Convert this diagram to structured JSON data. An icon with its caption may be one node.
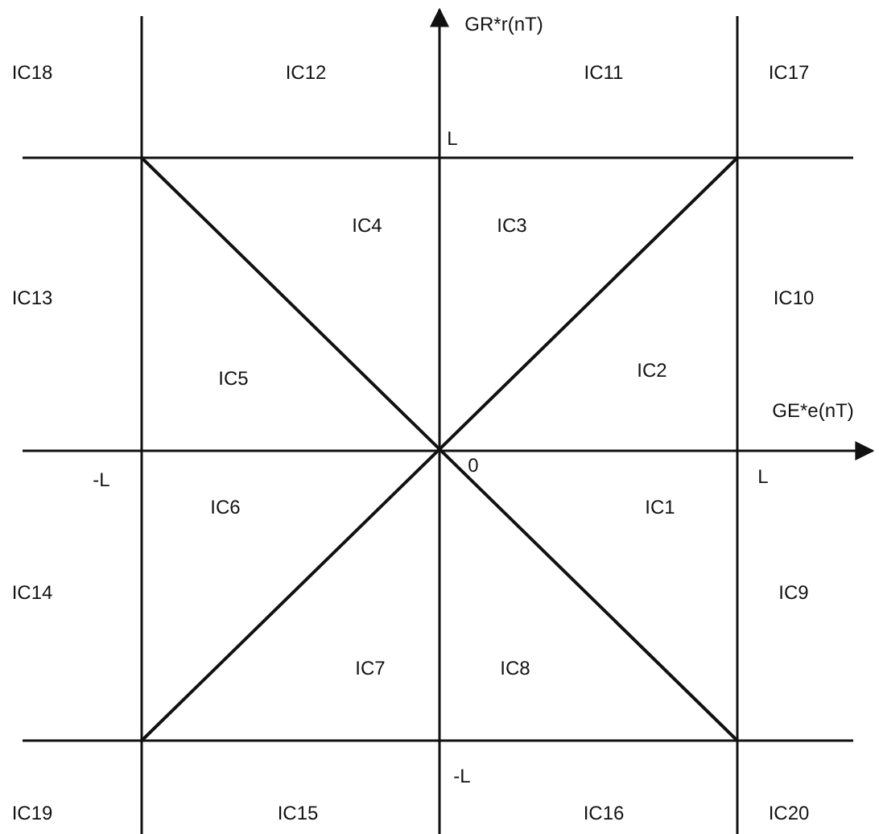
{
  "diagram": {
    "labels": [
      "GR*r(nT)",
      "IC18",
      "IC12",
      "IC11",
      "IC17",
      "L",
      "IC4",
      "IC3",
      "IC13",
      "IC10",
      "IC5",
      "IC2",
      "GE*e(nT)",
      "-L",
      "0",
      "L",
      "IC6",
      "IC1",
      "IC14",
      "IC9",
      "IC7",
      "IC8",
      "-L",
      "IC19",
      "IC15",
      "IC16",
      "IC20"
    ]
  }
}
